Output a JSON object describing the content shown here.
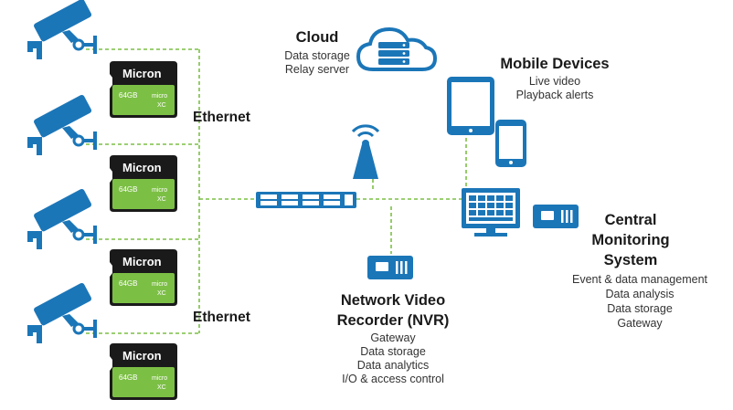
{
  "ethernet_labels": [
    "Ethernet",
    "Ethernet"
  ],
  "sd_card": {
    "brand": "Micron",
    "capacity": "64GB",
    "mark1": "micro",
    "mark2": "XC"
  },
  "cloud": {
    "title": "Cloud",
    "lines": [
      "Data storage",
      "Relay server"
    ]
  },
  "mobile": {
    "title": "Mobile Devices",
    "lines": [
      "Live video",
      "Playback alerts"
    ]
  },
  "central": {
    "title_lines": [
      "Central",
      "Monitoring",
      "System"
    ],
    "lines": [
      "Event & data management",
      "Data analysis",
      "Data storage",
      "Gateway"
    ]
  },
  "nvr": {
    "title_lines": [
      "Network Video",
      "Recorder (NVR)"
    ],
    "lines": [
      "Gateway",
      "Data storage",
      "Data analytics",
      "I/O & access control"
    ]
  },
  "colors": {
    "device_blue": "#1b76b8",
    "connection_green": "#7cbf45",
    "card_black": "#1a1a1a"
  },
  "icons": [
    "security-camera-icon",
    "microsd-card-icon",
    "cloud-server-icon",
    "tablet-icon",
    "smartphone-icon",
    "wireless-tower-icon",
    "network-switch-icon",
    "monitor-icon",
    "nvr-box-icon"
  ]
}
